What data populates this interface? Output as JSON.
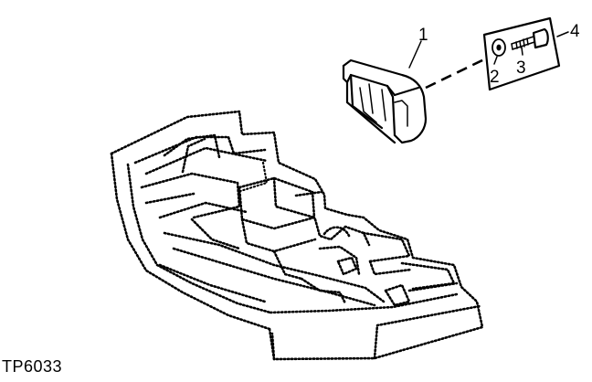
{
  "figure": {
    "code": "TP6033",
    "callouts": [
      {
        "number": "1"
      },
      {
        "number": "2"
      },
      {
        "number": "3"
      },
      {
        "number": "4"
      }
    ]
  }
}
